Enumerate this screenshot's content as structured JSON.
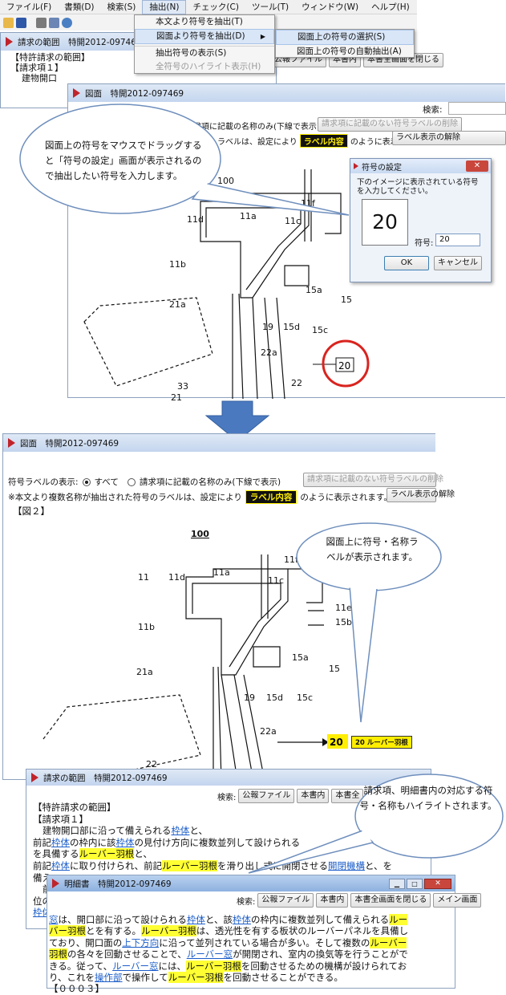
{
  "menubar": {
    "items": [
      "ファイル(F)",
      "書類(D)",
      "検索(S)",
      "抽出(N)",
      "チェック(C)",
      "ツール(T)",
      "ウィンドウ(W)",
      "ヘルプ(H)"
    ]
  },
  "extract_menu": {
    "items": [
      "本文より符号を抽出(T)",
      "図面より符号を抽出(D)",
      "抽出符号の表示(S)",
      "全符号のハイライト表示(H)"
    ],
    "submenu": [
      "図面上の符号の選択(S)",
      "図面上の符号の自動抽出(A)"
    ]
  },
  "claims_window_top": {
    "title": "請求の範囲　特開2012-097469",
    "lines": [
      "【特許請求の範囲】",
      "【請求項１】",
      "建物開口"
    ],
    "buttons": [
      "公報ファイル",
      "本書内",
      "本書全画面を閉じる"
    ]
  },
  "drawing_window_top": {
    "title": "図面　特開2012-097469",
    "search_label": "検索:",
    "option_text": "請求項に記載の名称のみ(下線で表示)",
    "disabled_button": "請求項に記載のない符号ラベルの削除",
    "note": "ラベルは、設定により",
    "label_sample": "ラベル内容",
    "note_suffix": "のように表示されます。",
    "button": "ラベル表示の解除"
  },
  "bubble1": {
    "text": "図面上の符号をマウスでドラッグすると「符号の設定」画面が表示されるので抽出したい符号を入力します。"
  },
  "symbol_dialog": {
    "title": "符号の設定",
    "instruction": "下のイメージに表示されている符号を入力してください。",
    "image_value": "20",
    "field_label": "符号:",
    "field_value": "20",
    "ok": "OK",
    "cancel": "キャンセル"
  },
  "drawing_top": {
    "labels": [
      "100",
      "11f",
      "11d",
      "11a",
      "11c",
      "11b",
      "21a",
      "19",
      "15d",
      "15c",
      "15a",
      "15",
      "22a",
      "22",
      "33",
      "21",
      "20"
    ]
  },
  "drawing_window_mid": {
    "title": "図面　特開2012-097469",
    "label_display": "符号ラベルの表示:",
    "radio_all": "すべて",
    "radio_claims": "請求項に記載の名称のみ(下線で表示)",
    "disabled_button": "請求項に記載のない符号ラベルの削除",
    "note": "※本文より複数名称が抽出された符号のラベルは、設定により",
    "label_sample": "ラベル内容",
    "note_suffix": "のように表示されます。",
    "button": "ラベル表示の解除",
    "figure_caption": "【図２】"
  },
  "drawing_mid": {
    "labels": [
      "100",
      "11f",
      "11",
      "11d",
      "11a",
      "11c",
      "11e",
      "15b",
      "11b",
      "15a",
      "15",
      "21a",
      "19",
      "15d",
      "15c",
      "22a",
      "20",
      "22"
    ],
    "highlight_label": "20 ルーバー羽根"
  },
  "bubble2": {
    "text": "図面上に符号・名称ラベルが表示されます。"
  },
  "bubble3": {
    "text": "請求項、明細書内の対応する符号・名称もハイライトされます。"
  },
  "claims_window_bottom": {
    "title": "請求の範囲　特開2012-097469",
    "search_label": "検索:",
    "buttons": [
      "公報ファイル",
      "本書内",
      "本書全"
    ],
    "heading1": "【特許請求の範囲】",
    "heading2": "【請求項１】",
    "l1a": "建物開口部に沿って備えられる",
    "l1b": "枠体",
    "l1c": "と、",
    "l2a": "前記",
    "l2b": "枠体",
    "l2c": "の枠内に該",
    "l2d": "枠体",
    "l2e": "の見付け方向に複数並列して設けられる",
    "l3a": "を具備する",
    "l3b": "ルーバー羽根",
    "l3c": "と、",
    "l4a": "前記",
    "l4b": "枠体",
    "l4c": "に取り付けられ、前記",
    "l4d": "ルーバー羽根",
    "l4e": "を滑り出し式に開閉させる",
    "l4f": "開閉機構",
    "l4g": "と、を",
    "l5": "備え",
    "l6": "前",
    "l7": "位の",
    "l8": "枠体"
  },
  "spec_window": {
    "title": "明細書　特開2012-097469",
    "search_label": "検索:",
    "buttons": [
      "公報ファイル",
      "本書内",
      "本書全画面を閉じる",
      "メイン画面"
    ],
    "p1a": "窓",
    "p1b": "は、開口部に沿って設けられる",
    "p1c": "枠体",
    "p1d": "と、該",
    "p1e": "枠体",
    "p1f": "の枠内に複数並列して備えられる",
    "p1g": "ルー",
    "p2a": "バー羽根",
    "p2b": "とを有する。",
    "p2c": "ルーバー羽根",
    "p2d": "は、透光性を有する板状のルーバーパネルを具備し",
    "p3a": "ており、開口面の",
    "p3b": "上下方向",
    "p3c": "に沿って並列されている場合が多い。そして複数の",
    "p3d": "ルーバー",
    "p4a": "羽根",
    "p4b": "の各々を回動させることで、",
    "p4c": "ルーバー窓",
    "p4d": "が開閉され、室内の換気等を行うことがで",
    "p5a": "きる。従って、",
    "p5b": "ルーバー窓",
    "p5c": "には、",
    "p5d": "ルーバー羽根",
    "p5e": "を回動させるための機構が設けられてお",
    "p6a": "り、これを",
    "p6b": "操作部",
    "p6c": "で操作して",
    "p6d": "ルーバー羽根",
    "p6e": "を回動させることができる。",
    "p7": "【０００３】"
  },
  "colors": {
    "highlight": "#ffff33",
    "arrow": "#4a79c0",
    "circle": "#d9241f",
    "link": "#1c5ec9"
  }
}
